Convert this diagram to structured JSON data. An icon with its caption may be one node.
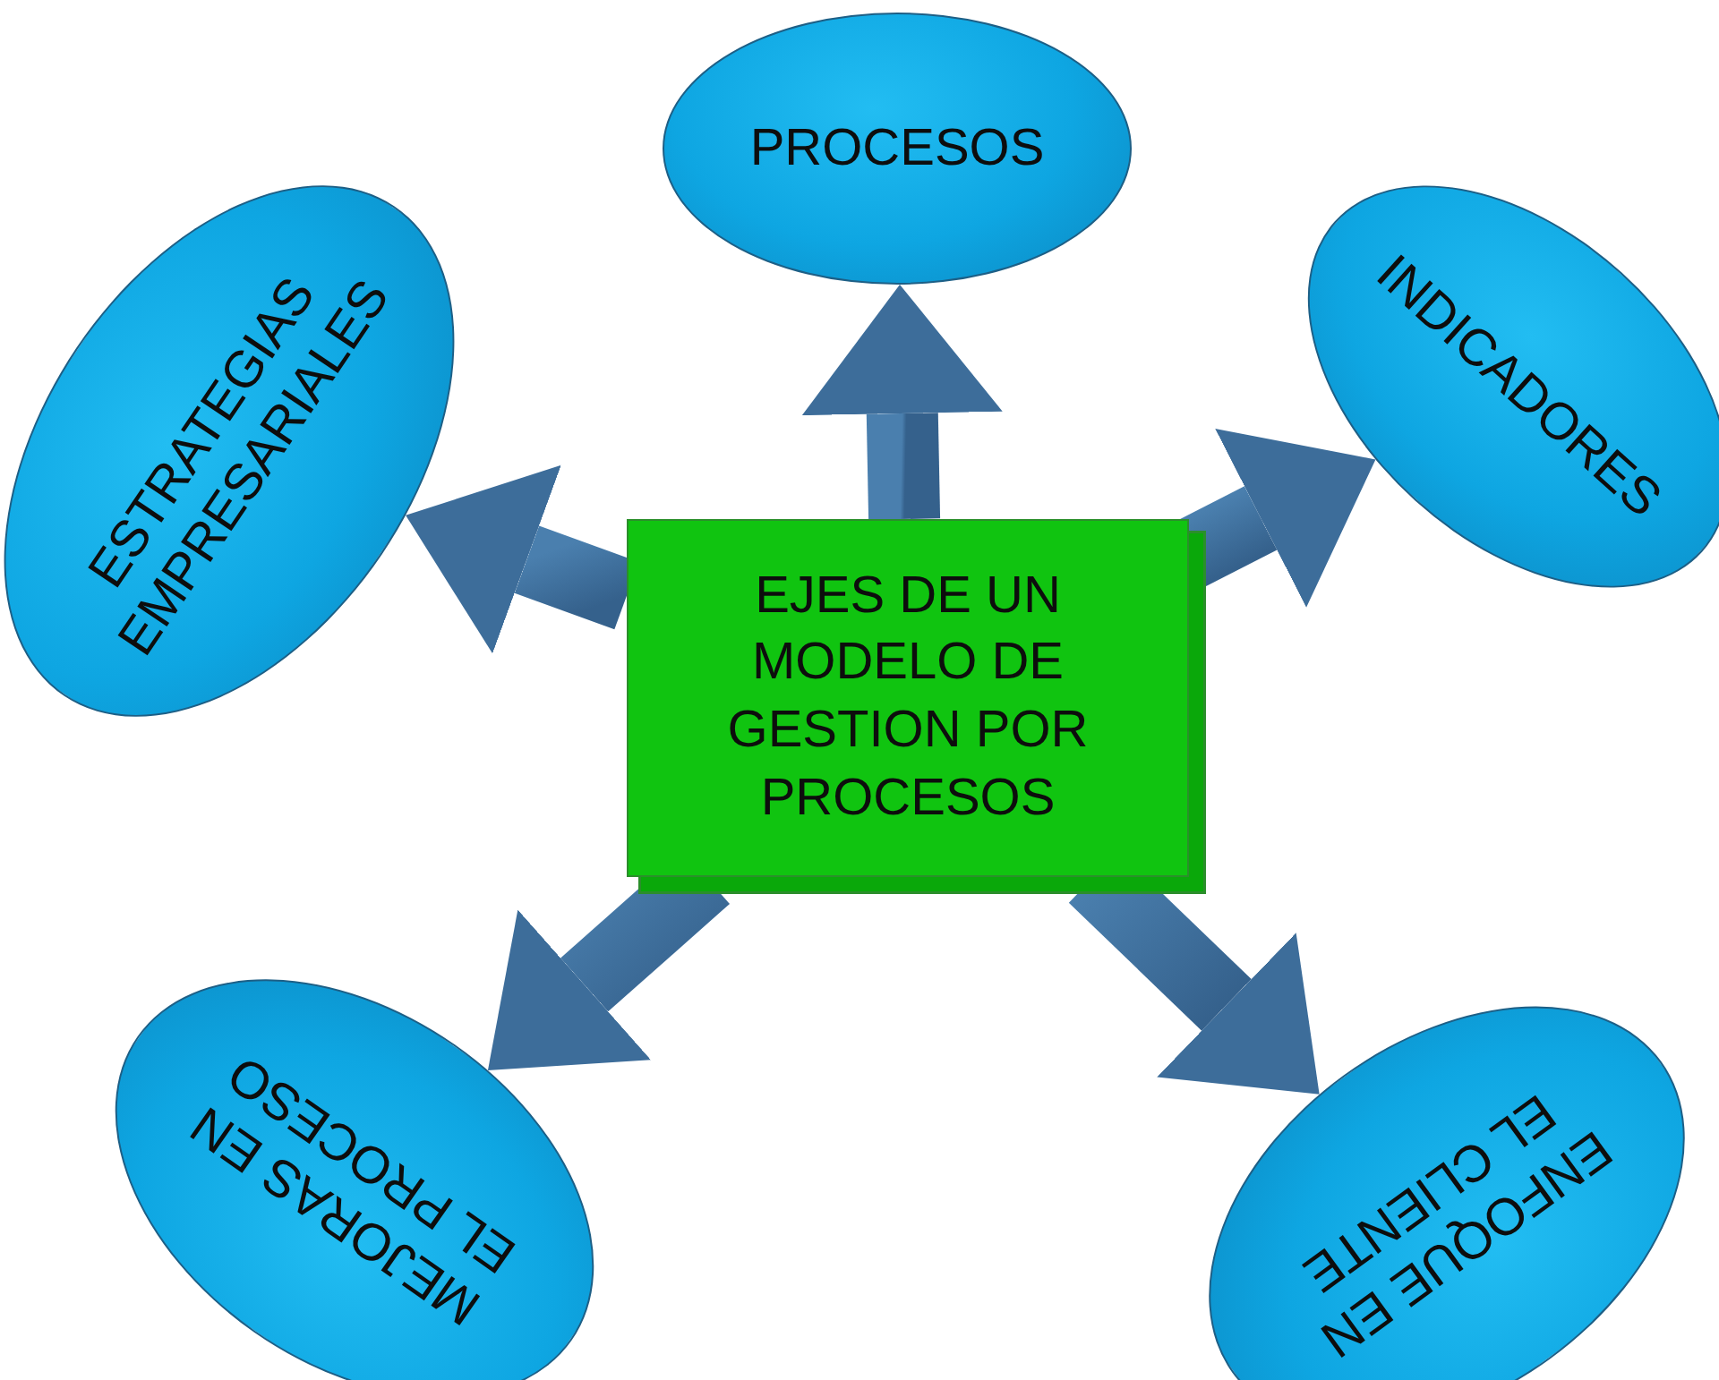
{
  "diagram": {
    "nodes": [
      {
        "text": [
          "PROCESOS"
        ]
      },
      {
        "text": [
          "ESTRATEGIAS EMPRESARIALES"
        ]
      },
      {
        "text": [
          "INDICADORES"
        ]
      },
      {
        "text": [
          "EJES DE UN MODELO DE GESTION POR PROCESOS"
        ]
      },
      {
        "text": [
          "MEJORAS EN EL PROCESO"
        ]
      },
      {
        "text": [
          "ENFOQUE EN EL CLIENTE"
        ]
      }
    ],
    "edges": [
      {
        "from": 3,
        "to": 0,
        "arrow": "to"
      },
      {
        "from": 3,
        "to": 1,
        "arrow": "to"
      },
      {
        "from": 3,
        "to": 2,
        "arrow": "to"
      },
      {
        "from": 3,
        "to": 4,
        "arrow": "to"
      },
      {
        "from": 3,
        "to": 5,
        "arrow": "to"
      }
    ]
  }
}
